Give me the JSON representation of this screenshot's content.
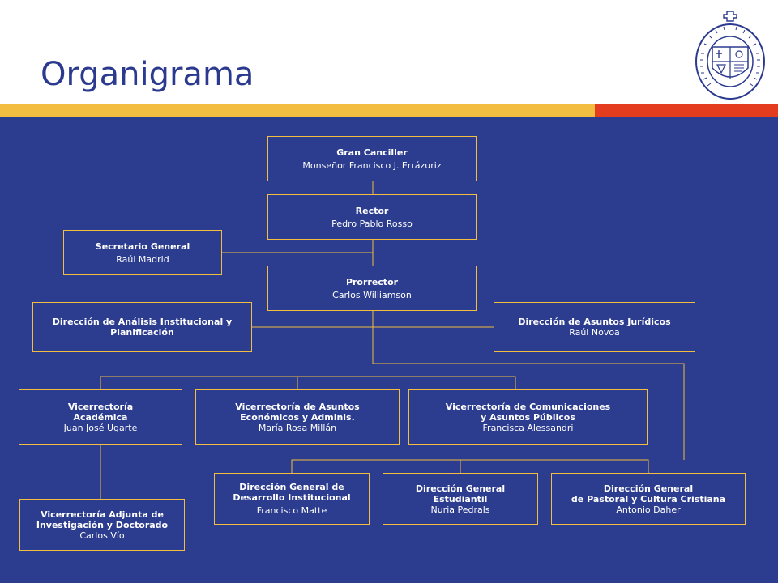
{
  "title": "Organigrama",
  "logo": {
    "ring_text": "PONTIFICIA UNIVERSIDAD CATÓLICA DE CHILE",
    "icon": "university-seal"
  },
  "colors": {
    "panel": "#2c3c8e",
    "band_yellow": "#f2bd40",
    "band_red": "#e43c1f",
    "title": "#2b3a8f"
  },
  "boxes": {
    "gran_canciller": {
      "title": "Gran Canciller",
      "name": "Monseñor Francisco J. Errázuriz"
    },
    "rector": {
      "title": "Rector",
      "name": "Pedro Pablo Rosso"
    },
    "secretario": {
      "title": "Secretario General",
      "name": "Raúl Madrid"
    },
    "prorrector": {
      "title": "Prorrector",
      "name": "Carlos Williamson"
    },
    "analisis": {
      "title": "Dirección de Análisis Institucional y\nPlanificación"
    },
    "juridicos": {
      "title": "Dirección de Asuntos Jurídicos",
      "name": "Raúl Novoa"
    },
    "academica": {
      "title": "Vicerrectoría\nAcadémica",
      "name": "Juan José Ugarte"
    },
    "economicos": {
      "title": "Vicerrectoría de Asuntos\nEconómicos y Adminis.",
      "name": "María Rosa Millán"
    },
    "comunicaciones": {
      "title": "Vicerrectoría de Comunicaciones\ny Asuntos Públicos",
      "name": "Francisca Alessandri"
    },
    "adjunta": {
      "title": "Vicerrectoría Adjunta de\nInvestigación y Doctorado",
      "name": "Carlos Vío"
    },
    "desarrollo": {
      "title": "Dirección General de\nDesarrollo Institucional",
      "name": "Francisco Matte"
    },
    "estudiantil": {
      "title": "Dirección General\nEstudiantil",
      "name": "Nuria Pedrals"
    },
    "pastoral": {
      "title": "Dirección General\nde Pastoral y Cultura Cristiana",
      "name": "Antonio Daher"
    }
  }
}
